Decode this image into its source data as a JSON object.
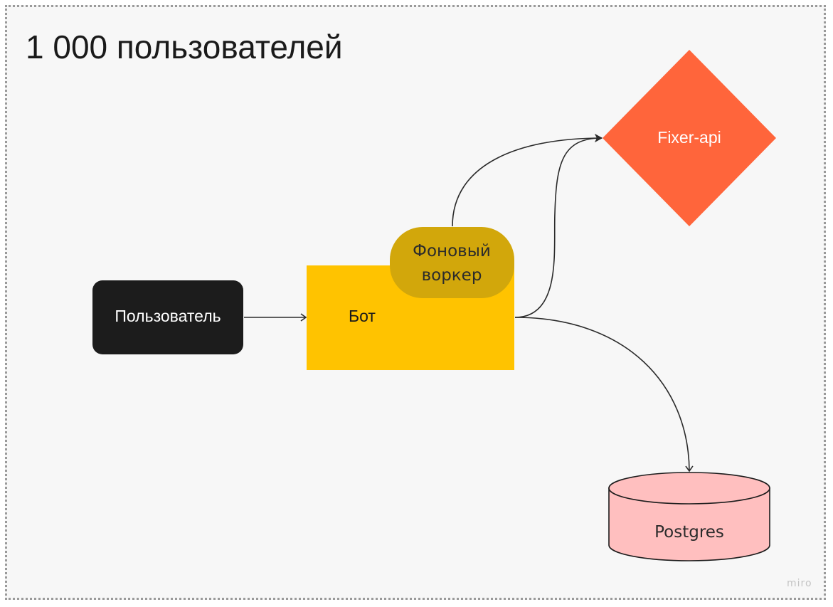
{
  "title": "1 000 пользователей",
  "nodes": {
    "user": {
      "label": "Пользователь",
      "color": "#1c1c1c",
      "text_color": "#ffffff"
    },
    "bot": {
      "label": "Бот",
      "color": "#ffc300",
      "text_color": "#1a1a1a"
    },
    "worker": {
      "label_line1": "Фоновый",
      "label_line2": "воркер",
      "color": "#d2a70b",
      "text_color": "#2b2b2b"
    },
    "fixer": {
      "label": "Fixer-api",
      "color": "#ff653b",
      "text_color": "#ffffff"
    },
    "postgres": {
      "label": "Postgres",
      "color": "#ffbfbf",
      "text_color": "#2b2b2b"
    }
  },
  "edges": [
    {
      "from": "user",
      "to": "bot"
    },
    {
      "from": "worker",
      "to": "fixer"
    },
    {
      "from": "bot",
      "to": "fixer"
    },
    {
      "from": "bot",
      "to": "postgres"
    }
  ],
  "watermark": "miro"
}
